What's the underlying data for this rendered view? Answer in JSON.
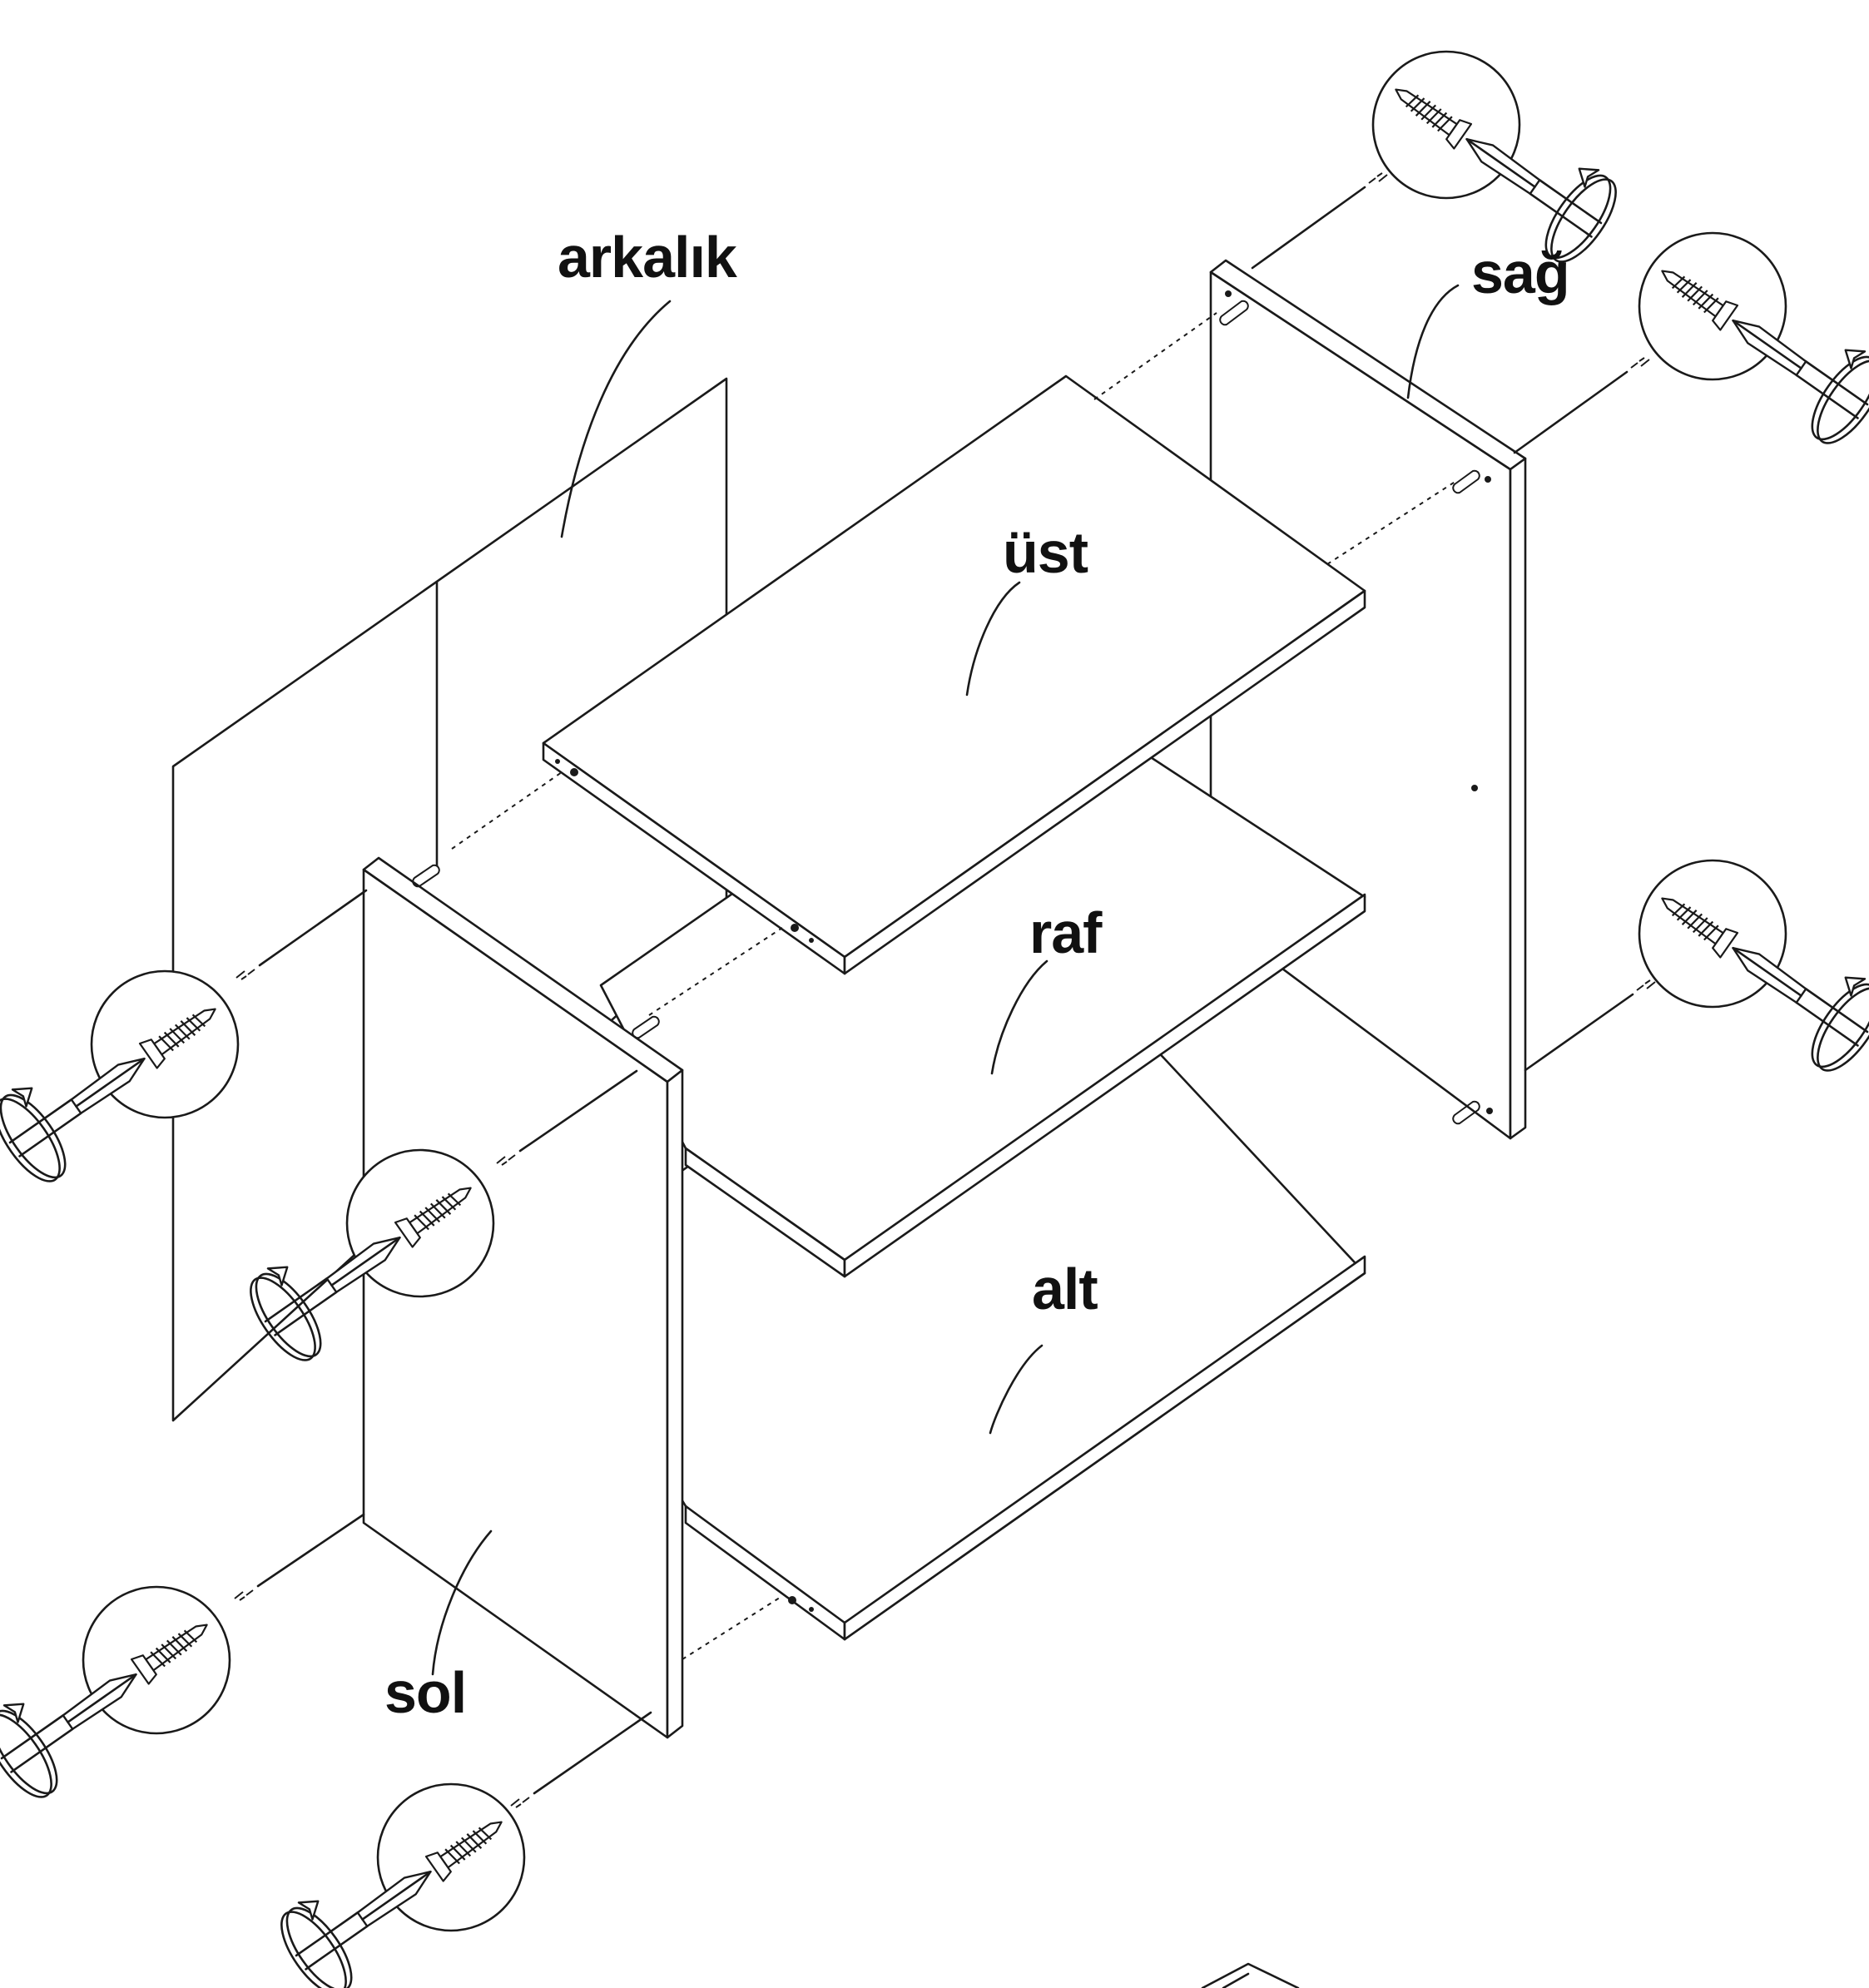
{
  "labels": {
    "back": "arkalık",
    "right": "sağ",
    "top": "üst",
    "shelf": "raf",
    "bottom": "alt",
    "left": "sol"
  },
  "colors": {
    "line": "#1a1a1a",
    "background": "#ffffff"
  },
  "fastener_callouts": [
    {
      "id": "right-top",
      "icon": "screwdriver-screw-icon"
    },
    {
      "id": "right-middle",
      "icon": "screwdriver-screw-icon"
    },
    {
      "id": "right-bottom",
      "icon": "screwdriver-screw-icon"
    },
    {
      "id": "left-upper",
      "icon": "screwdriver-screw-icon"
    },
    {
      "id": "left-middle",
      "icon": "screwdriver-screw-icon"
    },
    {
      "id": "left-lower",
      "icon": "screwdriver-screw-icon"
    },
    {
      "id": "left-bottom",
      "icon": "screwdriver-screw-icon"
    }
  ]
}
